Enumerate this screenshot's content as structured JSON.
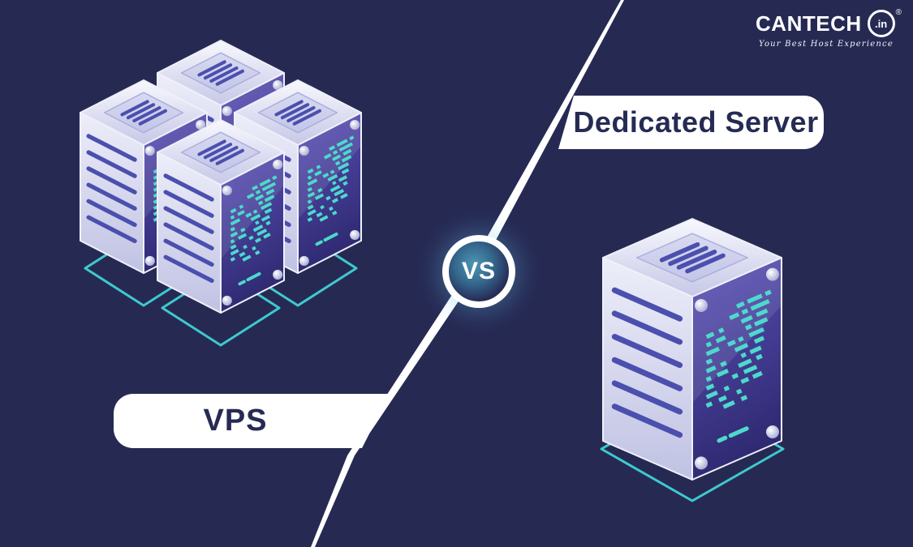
{
  "brand": {
    "name": "CANTECH",
    "tld": ".in",
    "registered_mark": "®",
    "tagline": "Your Best Host Experience"
  },
  "comparison": {
    "vs": "VS",
    "left": {
      "label": "VPS",
      "server_count": 4
    },
    "right": {
      "label": "Dedicated Server",
      "server_count": 1
    }
  },
  "colors": {
    "background": "#262A53",
    "divider": "#FFFFFF",
    "label_background": "#FFFFFF",
    "label_text": "#262B54",
    "tower_edge": "#EFF0F9",
    "vent_purple": "#4B4FAE",
    "panel_code_teal": "#4DD9CB",
    "platform_teal": "#3FC9CE",
    "vs_glow": "#418CAD"
  }
}
